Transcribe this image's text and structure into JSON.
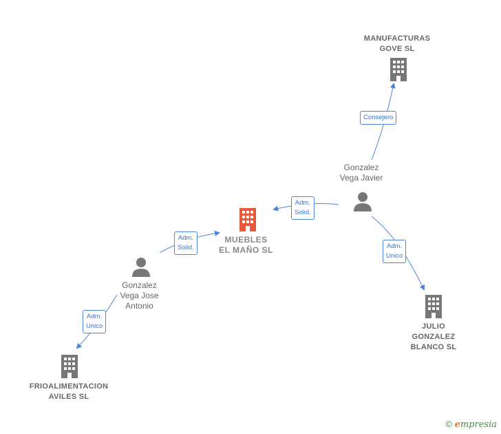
{
  "nodes": {
    "muebles": {
      "label": "MUEBLES\nEL MAÑO  SL",
      "color": "#e8573a"
    },
    "manufacturas": {
      "label": "MANUFACTURAS\nGOVE SL",
      "color": "#777777"
    },
    "julio": {
      "label": "JULIO\nGONZALEZ\nBLANCO SL",
      "color": "#777777"
    },
    "frioalimentacion": {
      "label": "FRIOALIMENTACION\nAVILES SL",
      "color": "#777777"
    },
    "gonzalez_javier": {
      "label": "Gonzalez\nVega Javier",
      "color": "#777777"
    },
    "gonzalez_jose": {
      "label": "Gonzalez\nVega Jose\nAntonio",
      "color": "#777777"
    }
  },
  "edges": [
    {
      "id": "javier-manufacturas",
      "label": "Consejero"
    },
    {
      "id": "javier-muebles",
      "label": "Adm.\nSolid."
    },
    {
      "id": "javier-julio",
      "label": "Adm.\nUnico"
    },
    {
      "id": "jose-muebles",
      "label": "Adm.\nSolid."
    },
    {
      "id": "jose-frio",
      "label": "Adm.\nUnico"
    }
  ],
  "colors": {
    "edge": "#4a86d8",
    "focus_company": "#e8573a",
    "company": "#777777",
    "person": "#777777"
  },
  "footer": {
    "copyright_symbol": "©",
    "brand": "mpresia",
    "brand_initial": "e"
  }
}
